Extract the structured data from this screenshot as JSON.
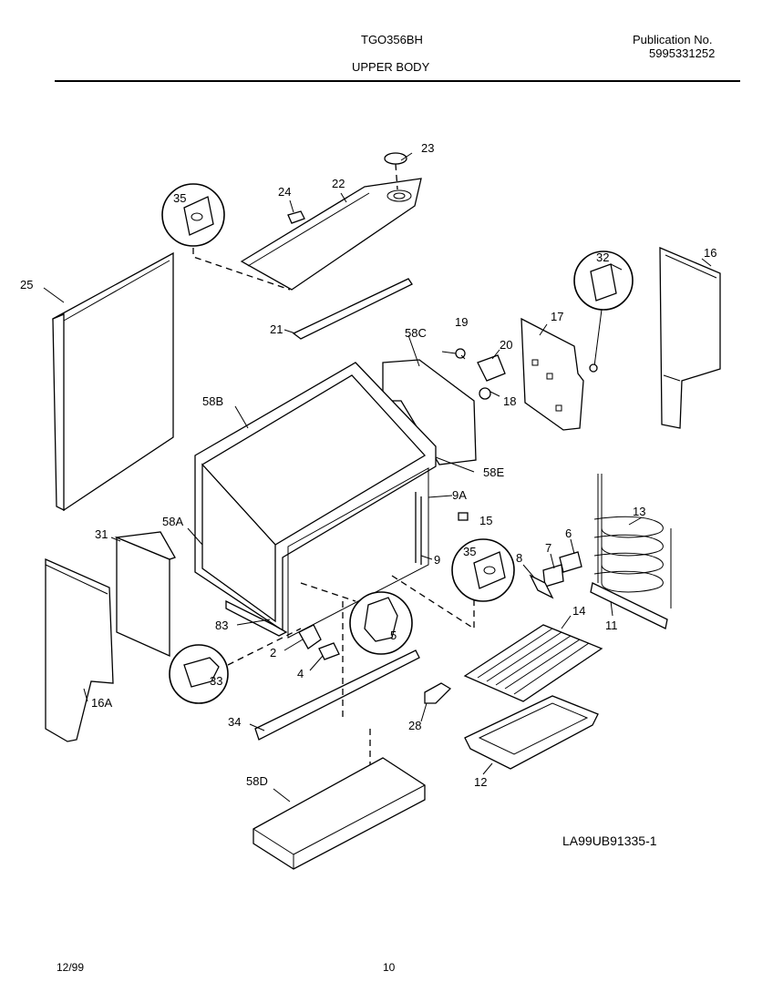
{
  "header": {
    "model": "TGO356BH",
    "section": "UPPER BODY",
    "publication_label": "Publication No.",
    "publication_number": "5995331252"
  },
  "footer": {
    "date": "12/99",
    "page": "10"
  },
  "drawing_id": "LA99UB91335-1",
  "callouts": {
    "c2": "2",
    "c4": "4",
    "c5": "5",
    "c6": "6",
    "c7": "7",
    "c8": "8",
    "c9": "9",
    "c9A": "9A",
    "c11": "11",
    "c12": "12",
    "c13": "13",
    "c14": "14",
    "c15": "15",
    "c16": "16",
    "c16A": "16A",
    "c17": "17",
    "c18": "18",
    "c19": "19",
    "c20": "20",
    "c21": "21",
    "c22": "22",
    "c23": "23",
    "c24": "24",
    "c25": "25",
    "c28": "28",
    "c31": "31",
    "c32": "32",
    "c33": "33",
    "c34": "34",
    "c35a": "35",
    "c35b": "35",
    "c58A": "58A",
    "c58B": "58B",
    "c58C": "58C",
    "c58D": "58D",
    "c58E": "58E",
    "c83": "83"
  }
}
